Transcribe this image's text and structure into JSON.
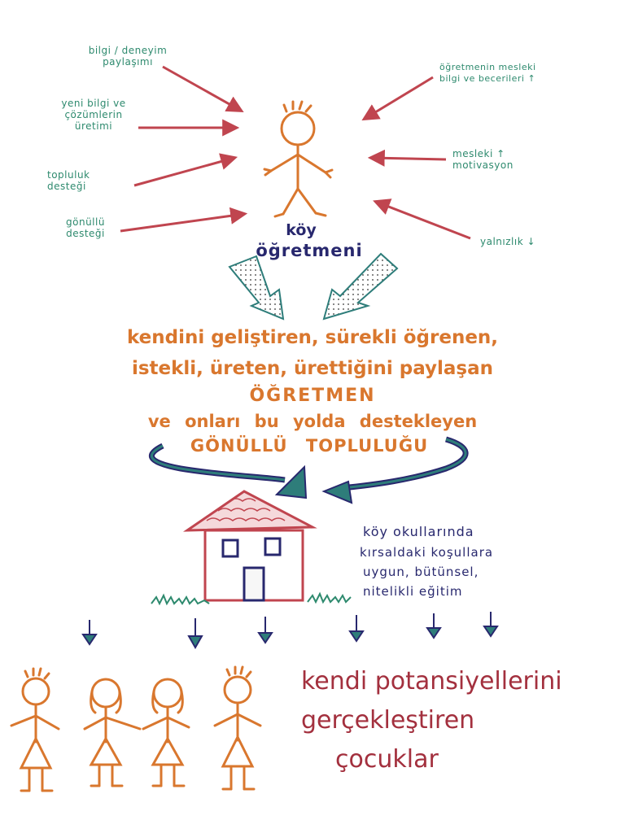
{
  "left_inputs": [
    {
      "text": "bilgi / deneyim\npaylaşımı"
    },
    {
      "text": "yeni bilgi ve\nçözümlerin\nüretimi"
    },
    {
      "text": "topluluk\ndesteği"
    },
    {
      "text": "gönüllü\ndesteği"
    }
  ],
  "right_inputs": [
    {
      "text": "öğretmenin mesleki\nbilgi ve becerileri ↑"
    },
    {
      "text": "mesleki ↑\nmotivasyon"
    },
    {
      "text": "yalnızlık ↓"
    }
  ],
  "teacher_label_line1": "köy",
  "teacher_label_line2": "öğretmeni",
  "middle_lines": [
    "kendini geliştiren, sürekli öğrenen,",
    "istekli, üreten, ürettiğini paylaşan",
    "ÖĞRETMEN",
    "ve onları bu yolda destekleyen",
    "GÖNÜLLÜ TOPLULUĞU"
  ],
  "school_note_lines": [
    "köy okullarında",
    "kırsaldaki koşullara",
    "uygun, bütünsel,",
    "nitelikli eğitim"
  ],
  "outcome_lines": [
    "kendi potansiyellerini",
    "gerçekleştiren",
    "çocuklar"
  ],
  "colors": {
    "green_text": "#2e8a6e",
    "red_arrow": "#c0454f",
    "orange": "#d9772e",
    "navy": "#28286e",
    "teal_arrow": "#2e7d7a",
    "outcome_red": "#a3303e"
  }
}
